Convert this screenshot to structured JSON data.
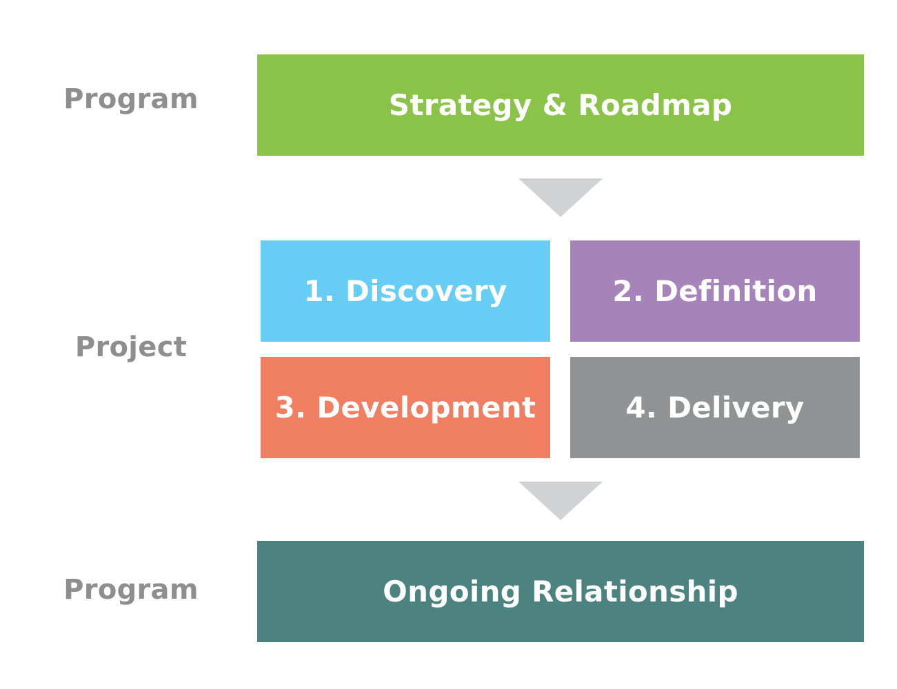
{
  "labels": {
    "top": "Program",
    "middle": "Project",
    "bottom": "Program"
  },
  "boxes": {
    "strategy": {
      "text": "Strategy & Roadmap",
      "color": "#8bc249"
    },
    "discovery": {
      "text": "1. Discovery",
      "color": "#68cdf4"
    },
    "definition": {
      "text": "2. Definition",
      "color": "#a684b9"
    },
    "development": {
      "text": "3. Development",
      "color": "#f07e62"
    },
    "delivery": {
      "text": "4. Delivery",
      "color": "#919294"
    },
    "ongoing": {
      "text": "Ongoing Relationship",
      "color": "#4c8381"
    }
  },
  "arrow_color": "#d1d2d4",
  "label_color": "#8e8e90"
}
